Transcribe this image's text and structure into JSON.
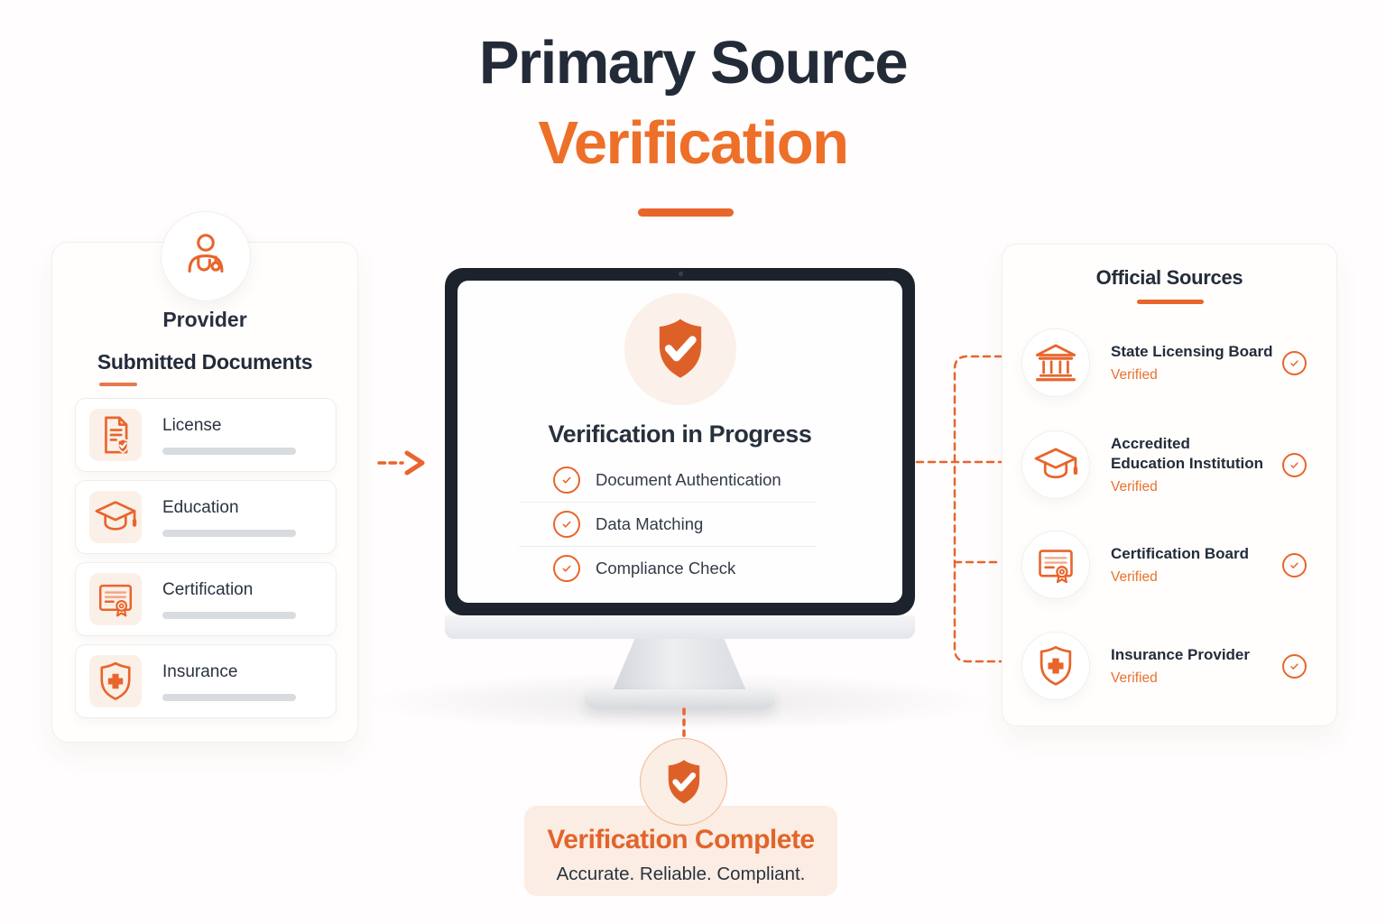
{
  "title": {
    "line1": "Primary Source",
    "line2": "Verification"
  },
  "left_panel": {
    "provider_label": "Provider",
    "provider_icon": "doctor-icon",
    "heading": "Submitted Documents",
    "documents": [
      {
        "label": "License",
        "icon": "document-check-icon"
      },
      {
        "label": "Education",
        "icon": "graduation-cap-icon"
      },
      {
        "label": "Certification",
        "icon": "certificate-icon"
      },
      {
        "label": "Insurance",
        "icon": "shield-cross-icon"
      }
    ]
  },
  "monitor": {
    "shield_icon": "shield-check-icon",
    "heading": "Verification in Progress",
    "steps": [
      "Document Authentication",
      "Data Matching",
      "Compliance Check"
    ]
  },
  "right_panel": {
    "heading": "Official Sources",
    "sources": [
      {
        "label": "State Licensing Board",
        "status": "Verified",
        "icon": "bank-icon"
      },
      {
        "label": "Accredited\nEducation Institution",
        "status": "Verified",
        "icon": "graduation-cap-icon"
      },
      {
        "label": "Certification Board",
        "status": "Verified",
        "icon": "certificate-icon"
      },
      {
        "label": "Insurance Provider",
        "status": "Verified",
        "icon": "shield-cross-icon"
      }
    ]
  },
  "footer": {
    "shield_icon": "shield-check-icon",
    "title": "Verification Complete",
    "subtitle": "Accurate. Reliable. Compliant."
  },
  "colors": {
    "accent": "#E8652C",
    "accent_bright": "#ED6F28",
    "shield_fill": "#DE6029",
    "dark_text": "#232B39",
    "peach_bg": "#FBEDE3",
    "placeholder_bar": "#D8DBE0",
    "monitor_frame": "#1D232C"
  }
}
